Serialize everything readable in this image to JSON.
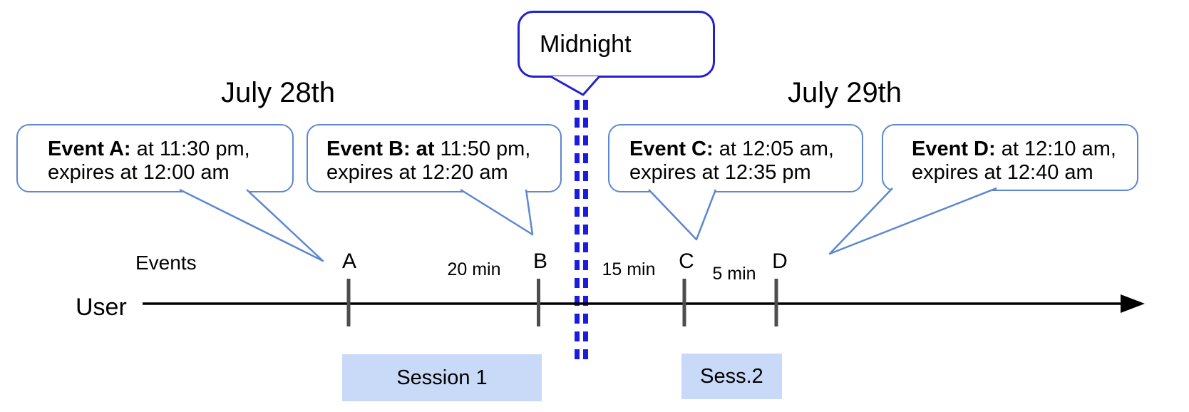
{
  "titles": {
    "left_date": "July 28th",
    "right_date": "July 29th",
    "midnight": "Midnight"
  },
  "axis": {
    "events_label": "Events",
    "user_label": "User"
  },
  "events": [
    {
      "label": "A",
      "line1_bold": "Event A:",
      "line1_rest": " at 11:30 pm,",
      "line2": "expires at 12:00 am"
    },
    {
      "label": "B",
      "line1_bold": "Event B: at",
      "line1_rest": " 11:50 pm,",
      "line2": "expires at 12:20 am"
    },
    {
      "label": "C",
      "line1_bold": "Event C:",
      "line1_rest": " at 12:05 am,",
      "line2": "expires at 12:35 pm"
    },
    {
      "label": "D",
      "line1_bold": "Event D:",
      "line1_rest": "  at 12:10 am,",
      "line2": "expires at 12:40 am"
    }
  ],
  "intervals": [
    {
      "label": "20 min"
    },
    {
      "label": "15 min"
    },
    {
      "label": "5 min"
    }
  ],
  "sessions": [
    {
      "label": "Session 1"
    },
    {
      "label": "Sess.2"
    }
  ],
  "colors": {
    "event_callout_border": "#5c87d1",
    "midnight_border": "#2222cc",
    "midnight_dash": "#1c1ce0",
    "session_fill": "#c9daf8",
    "tick_gray": "#4d4d4d",
    "timeline_black": "#000000"
  }
}
